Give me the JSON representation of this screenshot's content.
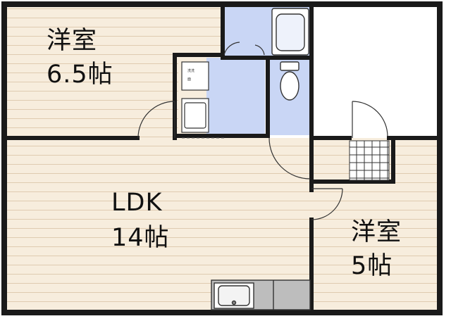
{
  "rooms": {
    "western_room_1": {
      "name": "洋室",
      "size": "6.5帖"
    },
    "ldk": {
      "name": "LDK",
      "size": "14帖"
    },
    "western_room_2": {
      "name": "洋室",
      "size": "5帖"
    }
  },
  "washroom": {
    "line1": "洗洗",
    "line2": "面"
  },
  "colors": {
    "wood_floor": "#f7eddd",
    "wood_line": "#dfcbb0",
    "tile_floor": "#c9d6f5",
    "wall": "#1a1a1a",
    "fixture": "#a8a8a8"
  }
}
